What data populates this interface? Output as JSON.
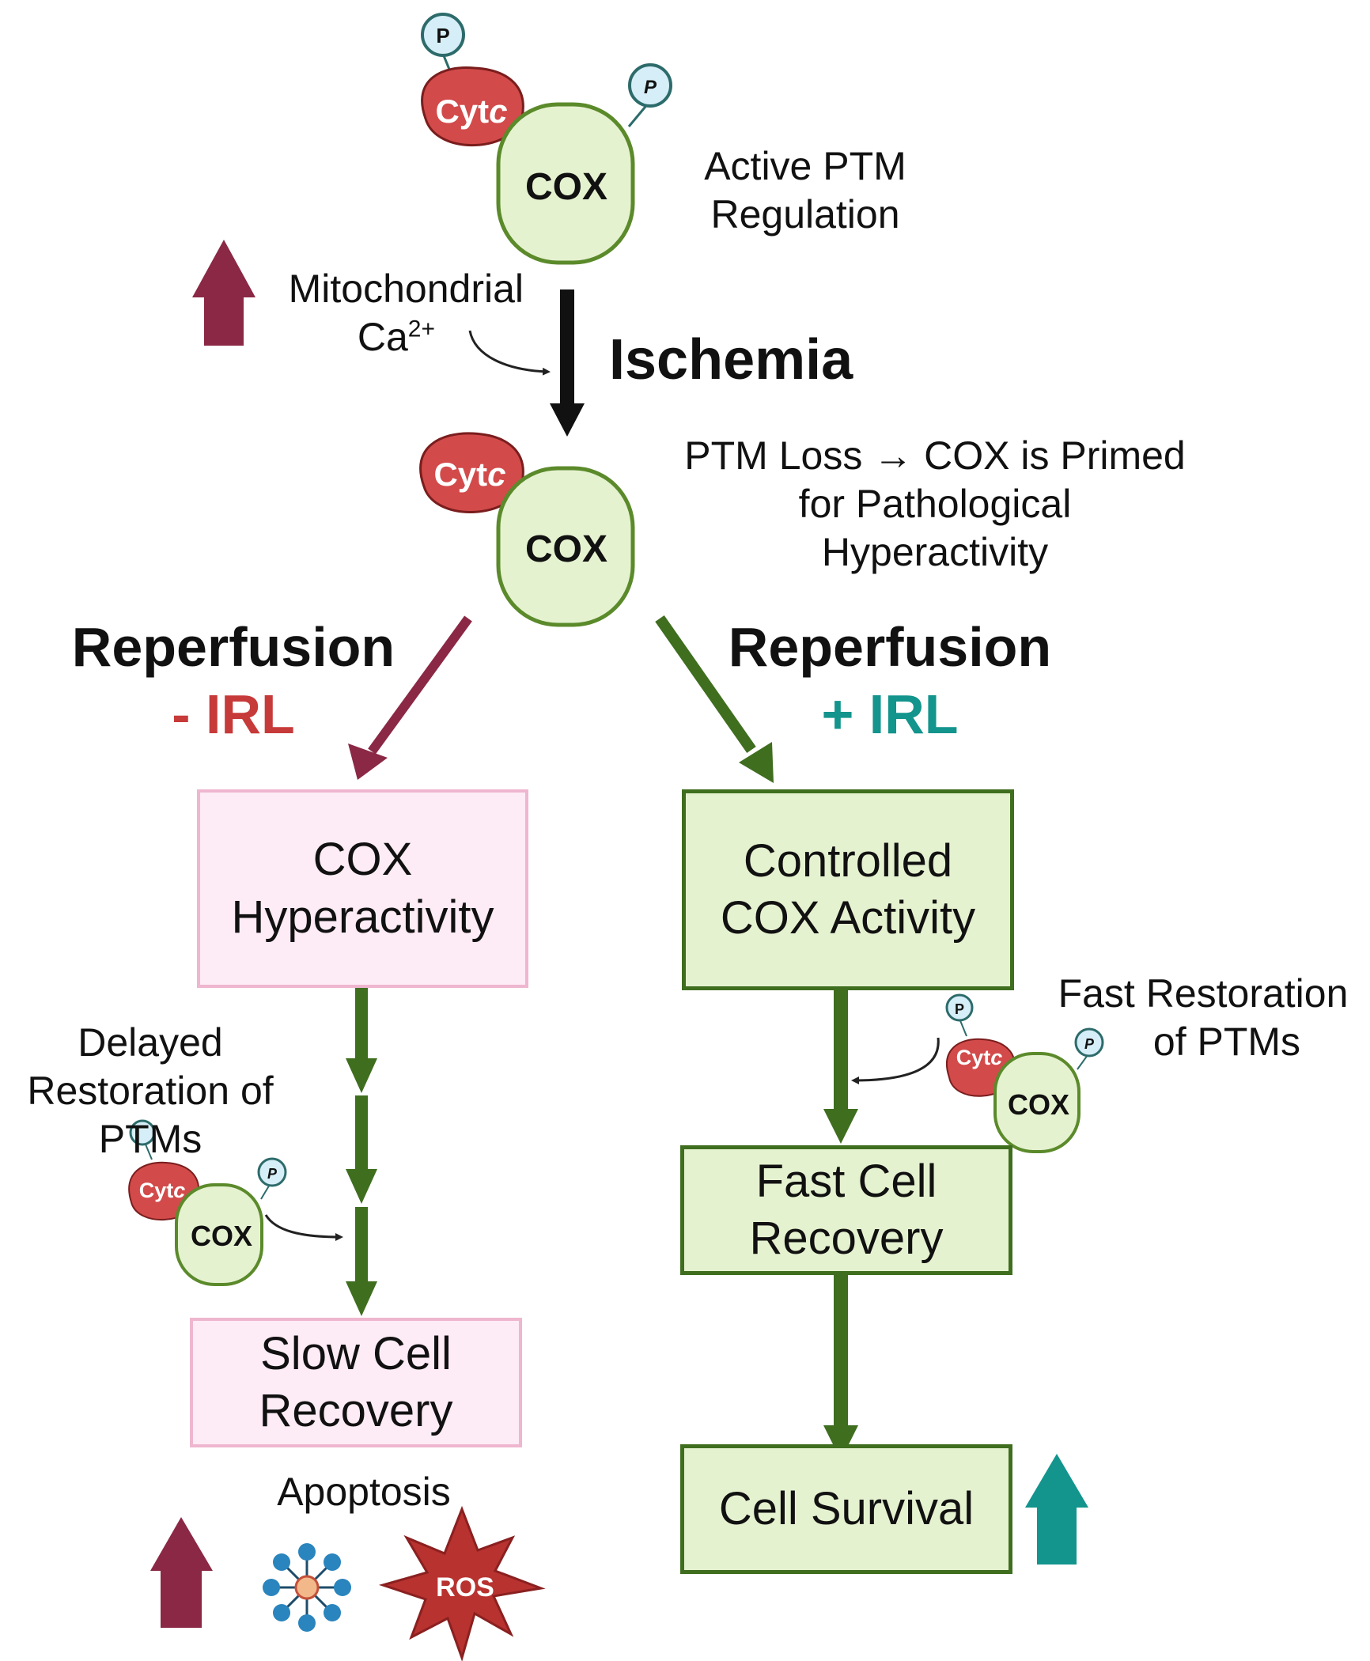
{
  "top": {
    "cytc": "Cyt",
    "cytc_italic": "c",
    "cox": "COX",
    "phospho": "P",
    "label_line1": "Active PTM",
    "label_line2": "Regulation"
  },
  "calcium": {
    "line1": "Mitochondrial",
    "line2_base": "Ca",
    "line2_sup": "2+"
  },
  "ischemia": "Ischemia",
  "primed": {
    "cytc": "Cyt",
    "cytc_italic": "c",
    "cox": "COX",
    "line1": "PTM Loss → COX is Primed",
    "line2": "for Pathological",
    "line3": "Hyperactivity"
  },
  "left": {
    "reperfusion": "Reperfusion",
    "irl": "- IRL",
    "box1_line1": "COX",
    "box1_line2": "Hyperactivity",
    "delayed_line1": "Delayed",
    "delayed_line2": "Restoration of",
    "delayed_line3": "PTMs",
    "box2_line1": "Slow Cell",
    "box2_line2": "Recovery",
    "apoptosis": "Apoptosis",
    "ros": "ROS"
  },
  "right": {
    "reperfusion": "Reperfusion",
    "irl": "+ IRL",
    "box1_line1": "Controlled",
    "box1_line2": "COX Activity",
    "fast_line1": "Fast Restoration",
    "fast_line2": "of PTMs",
    "box2_line1": "Fast Cell",
    "box2_line2": "Recovery",
    "box3": "Cell Survival"
  },
  "colors": {
    "maroon": "#8a2845",
    "dark_green": "#3f6e1f",
    "teal": "#13948c",
    "red_label": "#c73a3a",
    "cytc_red": "#d24a4a",
    "cox_fill": "#e5f2d0",
    "p_fill": "#d6eef7"
  }
}
